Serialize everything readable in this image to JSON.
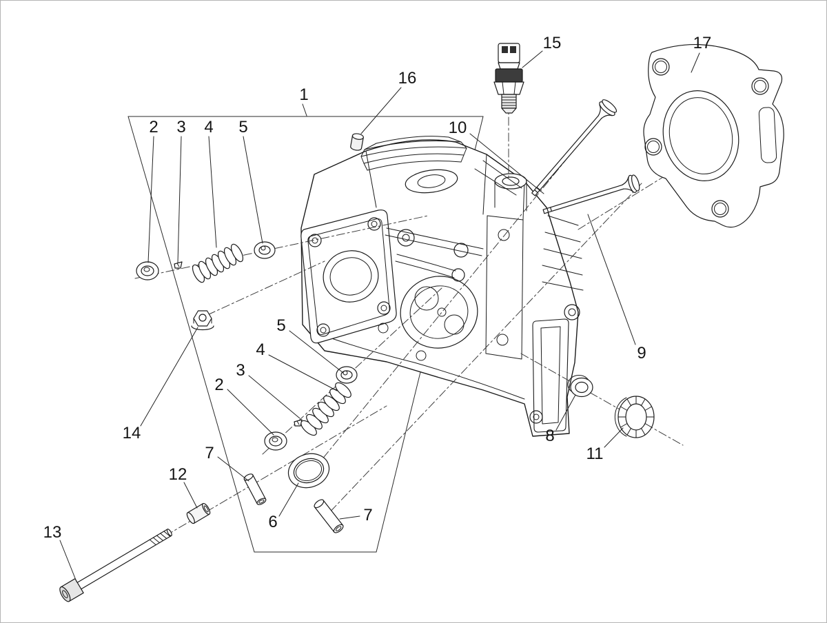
{
  "figure": {
    "kind": "exploded-parts-diagram"
  },
  "colors": {
    "ink": "#1a1a1a",
    "background": "#ffffff",
    "frame": "#b4b4b4"
  },
  "callouts": {
    "c1": "1",
    "c2_top": "2",
    "c3_top": "3",
    "c4_top": "4",
    "c5_top": "5",
    "c16": "16",
    "c15": "15",
    "c10": "10",
    "c17": "17",
    "c9": "9",
    "c5_mid": "5",
    "c4_mid": "4",
    "c3_mid": "3",
    "c2_mid": "2",
    "c14": "14",
    "c7_left": "7",
    "c12": "12",
    "c13": "13",
    "c6": "6",
    "c7_right": "7",
    "c8": "8",
    "c11": "11"
  }
}
